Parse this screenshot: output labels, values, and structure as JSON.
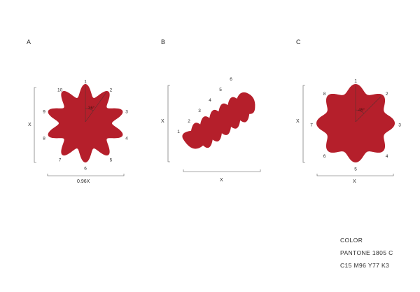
{
  "shapes": [
    {
      "label": "A",
      "numbers": [
        "1",
        "2",
        "3",
        "4",
        "5",
        "6",
        "7",
        "8",
        "9",
        "10"
      ],
      "angle_label": "36°",
      "side_label": "X",
      "bottom_label": "0.96X"
    },
    {
      "label": "B",
      "numbers": [
        "1",
        "2",
        "3",
        "4",
        "5",
        "6"
      ],
      "side_label": "X",
      "bottom_label": "X"
    },
    {
      "label": "C",
      "numbers": [
        "1",
        "2",
        "3",
        "4",
        "5",
        "6",
        "7",
        "8"
      ],
      "angle_label": "45°",
      "side_label": "X",
      "bottom_label": "X"
    }
  ],
  "colors": {
    "fill": "#b51f2b",
    "ink": "#2b2b2b"
  },
  "color_info": {
    "heading": "COLOR",
    "pantone": "PANTONE 1805 C",
    "cmyk": "C15 M96 Y77 K3"
  }
}
